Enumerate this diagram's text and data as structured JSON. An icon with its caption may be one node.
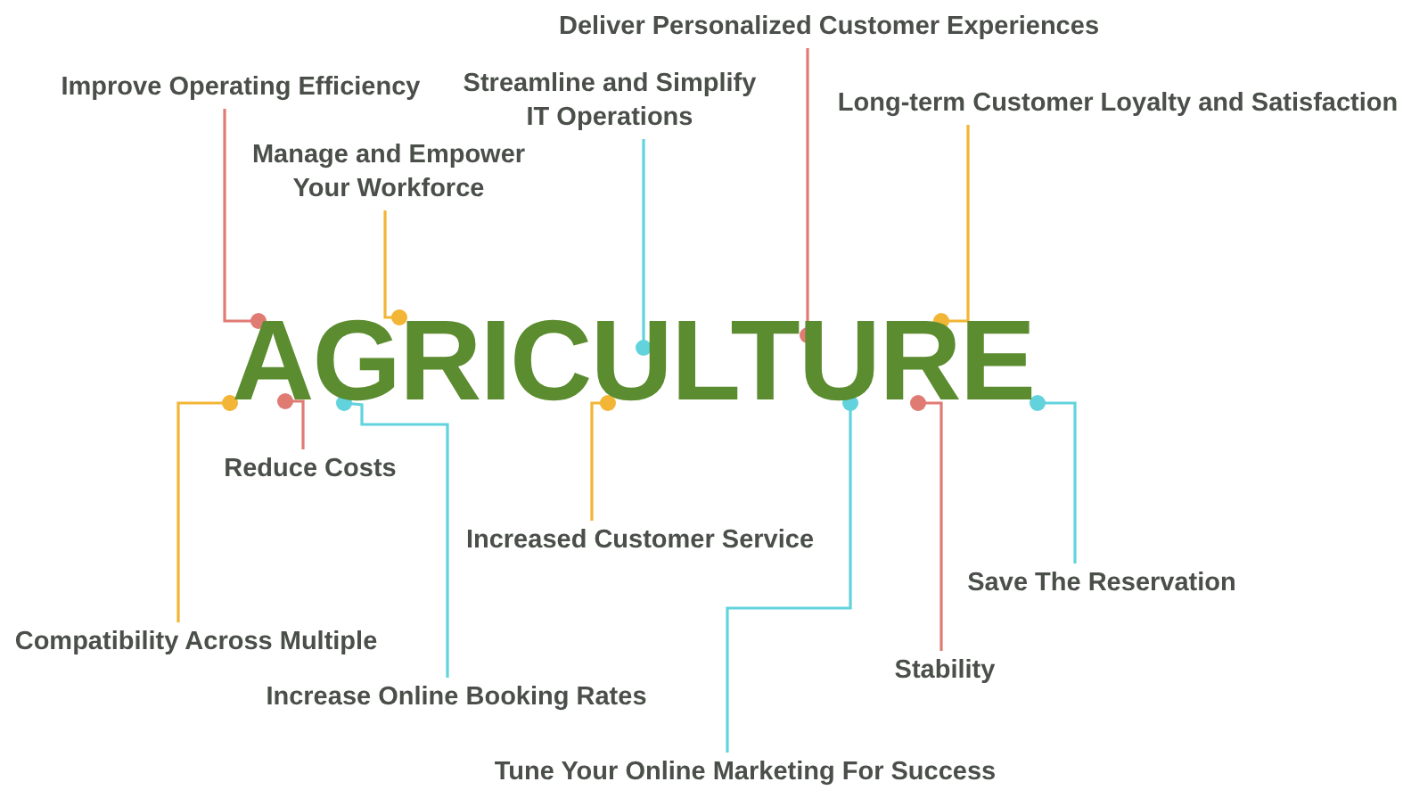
{
  "diagram": {
    "nodes": [
      {
        "text": [
          "AGRICULTURE"
        ]
      },
      {
        "text": [
          "Improve Operating Efficiency"
        ]
      },
      {
        "text": [
          "Manage and Empower Your Workforce"
        ]
      },
      {
        "text": [
          "Streamline and Simplify IT Operations"
        ]
      },
      {
        "text": [
          "Deliver Personalized Customer Experiences"
        ]
      },
      {
        "text": [
          "Long-term Customer Loyalty and Satisfaction"
        ]
      },
      {
        "text": [
          "Reduce Costs"
        ]
      },
      {
        "text": [
          "Compatibility Across Multiple"
        ]
      },
      {
        "text": [
          "Increased Customer Service"
        ]
      },
      {
        "text": [
          "Increase Online Booking Rates"
        ]
      },
      {
        "text": [
          "Tune Your Online Marketing For Success"
        ]
      },
      {
        "text": [
          "Stability"
        ]
      },
      {
        "text": [
          "Save The Reservation"
        ]
      }
    ],
    "edges": [
      {
        "from": 1,
        "to": 0,
        "arrow": "other",
        "color": "#e07b74"
      },
      {
        "from": 2,
        "to": 0,
        "arrow": "other",
        "color": "#f2b535"
      },
      {
        "from": 3,
        "to": 0,
        "arrow": "other",
        "color": "#62d3dc"
      },
      {
        "from": 4,
        "to": 0,
        "arrow": "other",
        "color": "#e07b74"
      },
      {
        "from": 5,
        "to": 0,
        "arrow": "other",
        "color": "#f2b535"
      },
      {
        "from": 6,
        "to": 0,
        "arrow": "other",
        "color": "#e07b74"
      },
      {
        "from": 7,
        "to": 0,
        "arrow": "other",
        "color": "#f2b535"
      },
      {
        "from": 8,
        "to": 0,
        "arrow": "other",
        "color": "#f2b535"
      },
      {
        "from": 9,
        "to": 0,
        "arrow": "other",
        "color": "#62d3dc"
      },
      {
        "from": 10,
        "to": 0,
        "arrow": "other",
        "color": "#62d3dc"
      },
      {
        "from": 11,
        "to": 0,
        "arrow": "other",
        "color": "#e07b74"
      },
      {
        "from": 12,
        "to": 0,
        "arrow": "other",
        "color": "#62d3dc"
      }
    ]
  }
}
